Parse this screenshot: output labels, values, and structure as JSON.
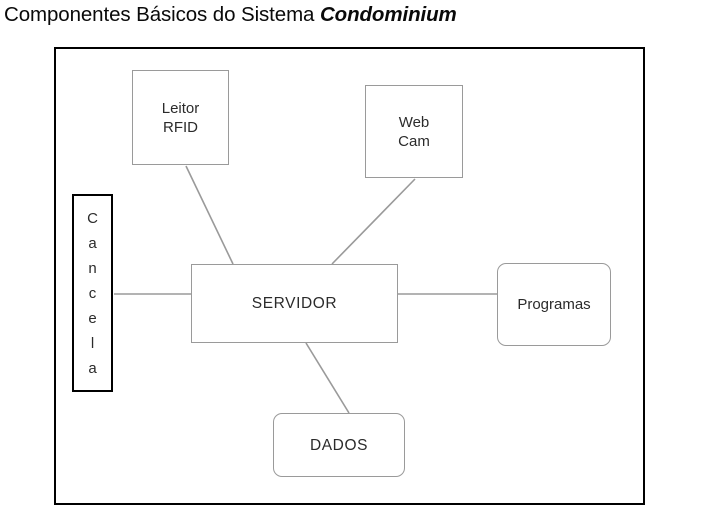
{
  "title": {
    "plain": "Componentes Básicos do Sistema ",
    "italic": "Condominium"
  },
  "diagram": {
    "nodes": [
      {
        "id": "leitor-rfid",
        "label": "Leitor\nRFID",
        "shape": "rectangle",
        "border_color": "#9a9a9a"
      },
      {
        "id": "web-cam",
        "label": "Web\nCam",
        "shape": "rectangle",
        "border_color": "#9a9a9a"
      },
      {
        "id": "cancela",
        "label": "Cancela",
        "shape": "rectangle-vertical-text",
        "letters": [
          "C",
          "a",
          "n",
          "c",
          "e",
          "l",
          "a"
        ],
        "border_color": "#000000"
      },
      {
        "id": "servidor",
        "label": "SERVIDOR",
        "shape": "rectangle",
        "border_color": "#9a9a9a"
      },
      {
        "id": "programas",
        "label": "Programas",
        "shape": "rounded-rectangle",
        "border_color": "#9a9a9a"
      },
      {
        "id": "dados",
        "label": "DADOS",
        "shape": "rounded-rectangle",
        "border_color": "#9a9a9a"
      }
    ],
    "connectors": [
      {
        "from": "leitor-rfid",
        "to": "servidor",
        "style": "diagonal-line"
      },
      {
        "from": "web-cam",
        "to": "servidor",
        "style": "diagonal-line"
      },
      {
        "from": "cancela",
        "to": "servidor",
        "style": "horizontal-line"
      },
      {
        "from": "servidor",
        "to": "programas",
        "style": "horizontal-line"
      },
      {
        "from": "servidor",
        "to": "dados",
        "style": "diagonal-line"
      }
    ],
    "frame": {
      "border_color": "#000000"
    },
    "line_color": "#9a9a9a"
  }
}
